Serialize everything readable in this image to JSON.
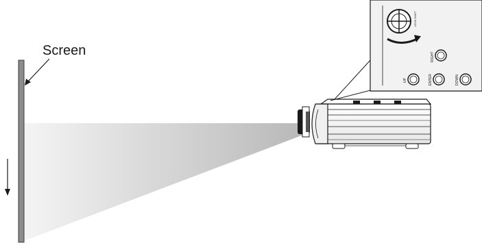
{
  "screen_label": "Screen",
  "panel": {
    "lens_shift_label": "LENS SHIFT",
    "buttons": {
      "right": "RIGHT",
      "up": "UP",
      "enter": "ENTER",
      "down": "DOWN"
    }
  },
  "colors": {
    "screen_bar": "#8c8c8c",
    "line": "#1a1a1a",
    "beam_light": "#f2f2f2",
    "beam_dark": "#bdbdbd"
  }
}
